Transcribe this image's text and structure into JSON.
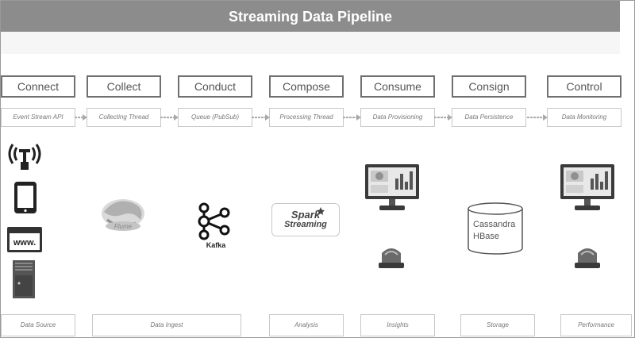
{
  "title": "Streaming Data Pipeline",
  "stages": [
    {
      "label": "Connect",
      "activity": "Event Stream API"
    },
    {
      "label": "Collect",
      "activity": "Collecting Thread"
    },
    {
      "label": "Conduct",
      "activity": "Queue (PubSub)"
    },
    {
      "label": "Compose",
      "activity": "Processing Thread"
    },
    {
      "label": "Consume",
      "activity": "Data Provisioning"
    },
    {
      "label": "Consign",
      "activity": "Data Persistence"
    },
    {
      "label": "Control",
      "activity": "Data Monitoring"
    }
  ],
  "tools": {
    "kafka": "Kafka",
    "spark_line1": "Spark",
    "spark_line2": "Streaming",
    "storage_line1": "Cassandra",
    "storage_line2": "HBase"
  },
  "footer": [
    "Data Source",
    "Data Ingest",
    "Analysis",
    "Insights",
    "Storage",
    "Performance"
  ],
  "icons": [
    "antenna-icon",
    "tablet-icon",
    "web-icon",
    "server-icon",
    "flume-icon",
    "kafka-icon",
    "spark-logo",
    "dashboard-icon",
    "alarm-light-icon",
    "database-icon"
  ],
  "colors": {
    "title_bar": "#8c8c8c",
    "border": "#707070",
    "arrow": "#aaaaaa"
  }
}
